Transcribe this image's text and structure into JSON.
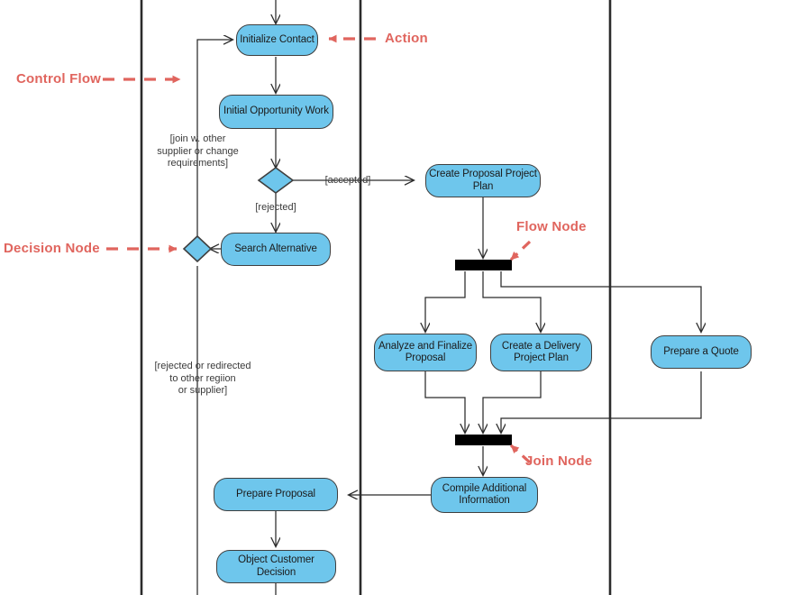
{
  "diagram": {
    "kind": "uml-activity-diagram",
    "colors": {
      "node_fill": "#6ec6ec",
      "node_stroke": "#3f3f3f",
      "annotation_red": "#e0655e",
      "flow_stroke": "#2b2b2b",
      "lane_divider": "#2b2b2b",
      "background": "#ffffff"
    }
  },
  "annotations": [
    {
      "id": "control-flow",
      "label": "Control Flow"
    },
    {
      "id": "decision-node",
      "label": "Decision Node"
    },
    {
      "id": "action",
      "label": "Action"
    },
    {
      "id": "flow-node",
      "label": "Flow Node"
    },
    {
      "id": "join-node",
      "label": "Join Node"
    }
  ],
  "nodes": [
    {
      "id": "initialize-contact",
      "label": "Initialize Contact"
    },
    {
      "id": "initial-opportunity-work",
      "label": "Initial Opportunity Work"
    },
    {
      "id": "search-alternative",
      "label": "Search Alternative"
    },
    {
      "id": "create-proposal-project-plan",
      "label": "Create Proposal Project Plan"
    },
    {
      "id": "analyze-and-finalize-proposal",
      "label": "Analyze and Finalize Proposal"
    },
    {
      "id": "create-a-delivery-project-plan",
      "label": "Create a Delivery Project Plan"
    },
    {
      "id": "prepare-a-quote",
      "label": "Prepare a Quote"
    },
    {
      "id": "compile-additional-information",
      "label": "Compile Additional Information"
    },
    {
      "id": "prepare-proposal",
      "label": "Prepare Proposal"
    },
    {
      "id": "object-customer-decision",
      "label": "Object Customer Decision"
    }
  ],
  "guards": [
    {
      "id": "join-with-other-supplier",
      "text": "[join w. other\nsupplier or change\nrequirements]"
    },
    {
      "id": "accepted",
      "text": "[accepted]"
    },
    {
      "id": "rejected",
      "text": "[rejected]"
    },
    {
      "id": "rejected-or-redirected",
      "text": "[rejected or redirected\nto other regiion\nor supplier]"
    }
  ],
  "control_nodes": [
    {
      "id": "decision-1",
      "type": "decision"
    },
    {
      "id": "decision-2",
      "type": "decision"
    },
    {
      "id": "fork-bar",
      "type": "fork"
    },
    {
      "id": "join-bar",
      "type": "join"
    }
  ]
}
